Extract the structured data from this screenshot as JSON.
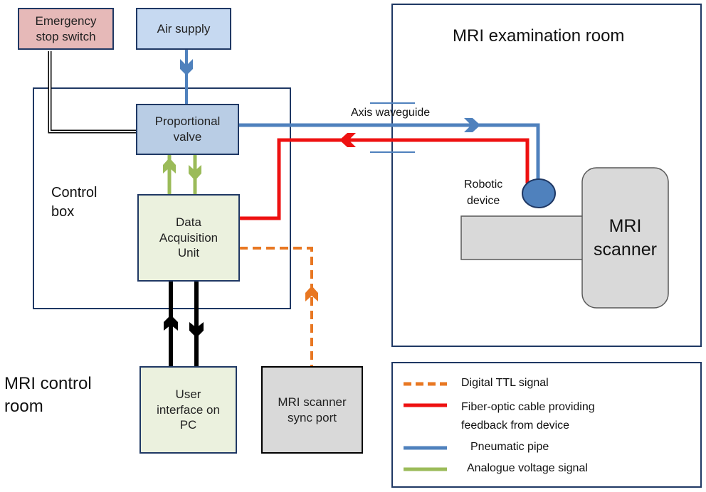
{
  "rooms": {
    "exam_room_title": "MRI examination room",
    "control_room_title": "MRI control\nroom",
    "control_box_label": "Control\nbox"
  },
  "components": {
    "emergency_stop": "Emergency\nstop switch",
    "air_supply": "Air supply",
    "proportional_valve": "Proportional\nvalve",
    "daq": "Data\nAcquisition\nUnit",
    "user_interface": "User\ninterface on\nPC",
    "sync_port": "MRI scanner\nsync port",
    "waveguide": "Axis waveguide",
    "robotic_device": "Robotic\ndevice",
    "mri_scanner": "MRI\nscanner"
  },
  "legend": {
    "items": [
      {
        "label": "Digital TTL signal",
        "color": "#e87722",
        "style": "dashed"
      },
      {
        "label": "Fiber-optic cable providing\nfeedback from device",
        "color": "#ee1111",
        "style": "solid"
      },
      {
        "label": "Pneumatic pipe",
        "color": "#4f81bd",
        "style": "solid"
      },
      {
        "label": "Analogue voltage signal",
        "color": "#9bbb59",
        "style": "solid"
      }
    ]
  },
  "colors": {
    "pneumatic": "#4f81bd",
    "fiber": "#ee1111",
    "ttl": "#e87722",
    "analogue": "#9bbb59",
    "emergency_fill": "#e6b9b8",
    "air_fill": "#c6d9f1",
    "valve_fill": "#b9cde5",
    "daq_fill": "#ebf1de",
    "sync_fill": "#d9d9d9",
    "scanner_fill": "#d9d9d9",
    "border": "#1f3864"
  }
}
